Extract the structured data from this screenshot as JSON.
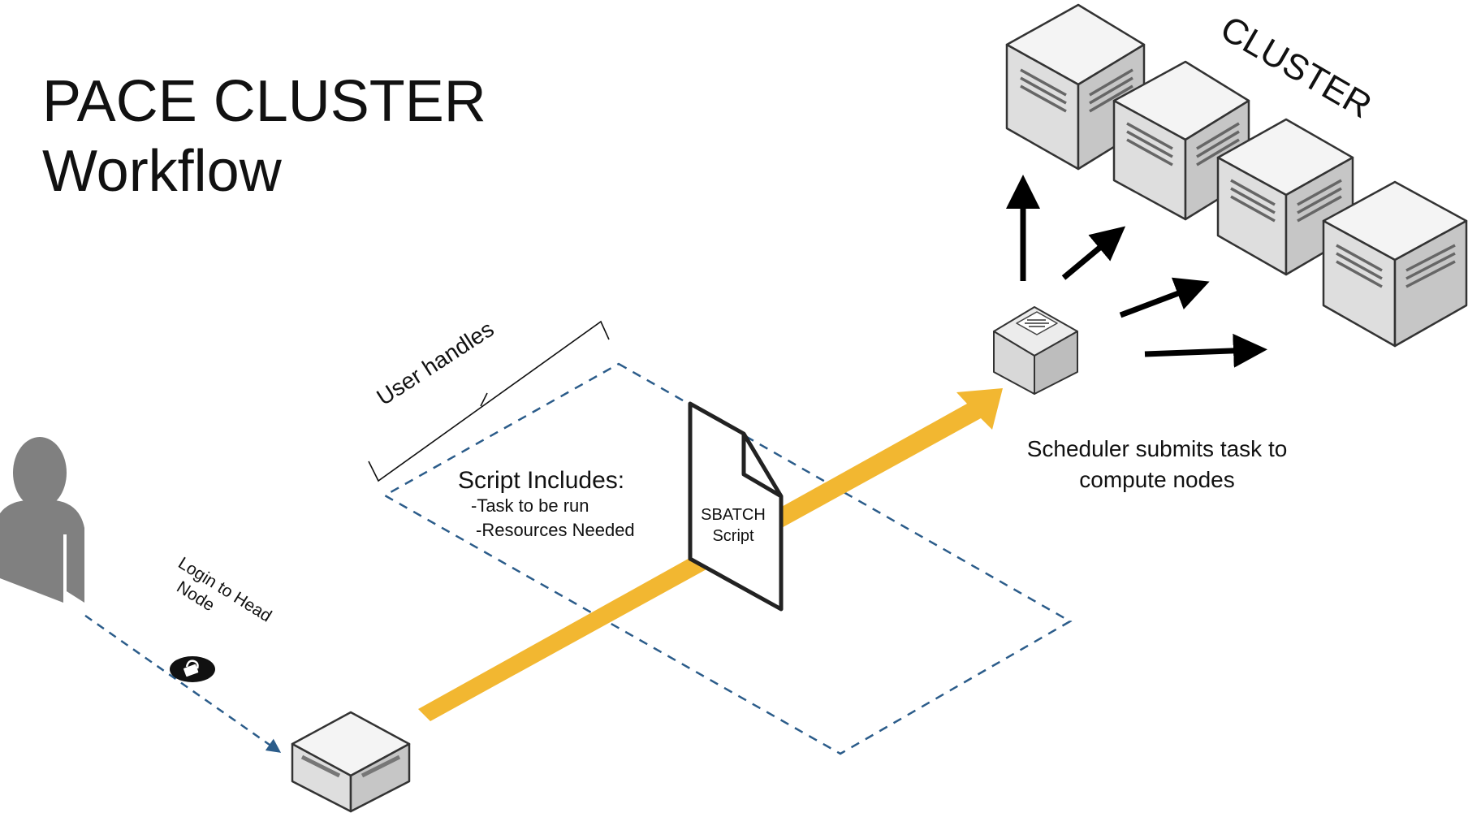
{
  "title": {
    "line1": "PACE CLUSTER",
    "line2": "Workflow"
  },
  "labels": {
    "user_handles": "User handles",
    "login_line1": "Login to Head",
    "login_line2": "Node",
    "script_includes": "Script Includes:",
    "task_to_be_run": "-Task to be run",
    "resources_needed": "-Resources Needed",
    "sbatch_line1": "SBATCH",
    "sbatch_line2": "Script",
    "scheduler_line1": "Scheduler submits task to",
    "scheduler_line2": "compute nodes",
    "cluster": "CLUSTER"
  },
  "icons": {
    "user": "person-icon",
    "lock": "lock-icon",
    "head_node": "server-icon",
    "scheduler": "scheduler-node-icon",
    "compute_nodes": "server-icon",
    "script_file": "document-icon"
  },
  "colors": {
    "flow_arrow": "#f2b731",
    "dashed_line": "#2b5c8a",
    "server_top": "#f4f4f4",
    "server_left": "#dedede",
    "server_right": "#c6c6c6",
    "person": "#808080",
    "text": "#111111"
  }
}
